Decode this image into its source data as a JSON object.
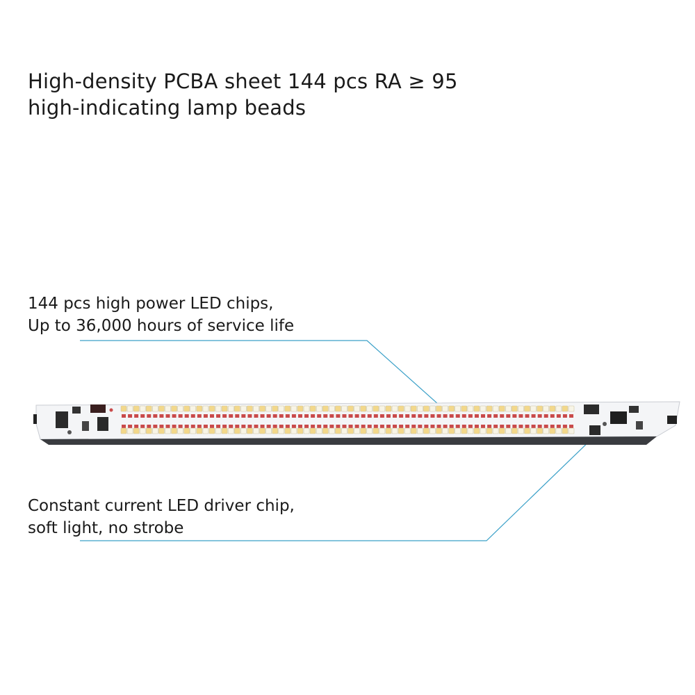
{
  "headline": {
    "line1": "High-density PCBA sheet 144 pcs RA ≥ 95",
    "line2": "high-indicating lamp beads"
  },
  "callouts": [
    {
      "line1": "144 pcs high power LED chips,",
      "line2": "Up to 36,000 hours of service life"
    },
    {
      "line1": "Constant current LED driver chip,",
      "line2": "soft light, no strobe"
    }
  ],
  "colors": {
    "text": "#1a1a1a",
    "leader_line": "#3aa0c8",
    "board": "#f4f5f7",
    "led_warm": "#f3d88a",
    "led_cool": "#f7f4e6",
    "pad_red": "#c94a4a"
  },
  "led_board": {
    "led_count": 144,
    "rows": 2
  }
}
